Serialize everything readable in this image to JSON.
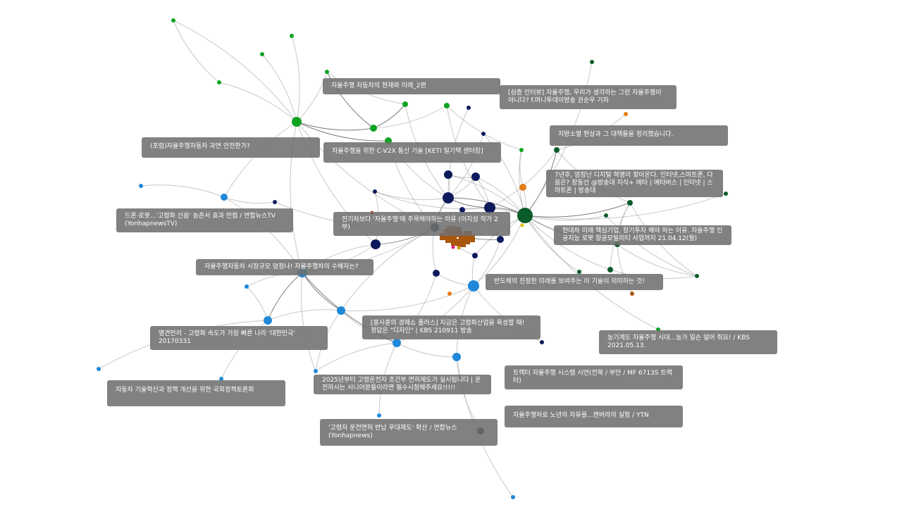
{
  "colors": {
    "green": "#0ea321",
    "dark_green": "#0b5c2b",
    "blue": "#1f88d9",
    "navy": "#0c1a5c",
    "orange": "#e57d16",
    "brown": "#a9570f",
    "label_bg": "#707070",
    "edge": "#9a9a9a"
  },
  "labels": [
    {
      "id": "l1",
      "text": "자율주행 자동차의 현재와 미래_2편"
    },
    {
      "id": "l2",
      "text": "[심층 인터뷰] 자율주행, 우리가 생각하는 그런 자율주행이 아니다? f.머니투데이방송 권순우 기자"
    },
    {
      "id": "l3",
      "text": "지방소멸 현상과 그 대책들을 정리했습니다."
    },
    {
      "id": "l4",
      "text": "(포럼)자율주행자동차 과연 안전한가?"
    },
    {
      "id": "l5",
      "text": "자율주행을 위한 C-V2X 통신 기술 [KETI 밀기택 센터장]"
    },
    {
      "id": "l6",
      "text": "7년후, 엄청난 디지털 혁명이 찾아온다. 인터넷,스마트폰, 다음은? 장동선 @방송대 지식+ 메타 | 메타버스 | 인터넷 | 스마트폰 | 방송대"
    },
    {
      "id": "l7",
      "text": "드론·로봇...'고령화 신음' 농촌서 효과 만점 / 연합뉴스TV (YonhapnewsTV)"
    },
    {
      "id": "l8",
      "text": "전기차보다 '자율주행'에 주목해야하는 이유 (이지성 작가 2부)"
    },
    {
      "id": "l9",
      "text": "현대차 미래 핵심기업, 장기투자 해야 하는 이유. 자율주행 인공지능 로봇 항공모빌리티 사업까지 21.04.12(월)"
    },
    {
      "id": "l10",
      "text": "자율주행자동차 시장규모 엄청나! 자율주행차의 수혜자는?"
    },
    {
      "id": "l11",
      "text": "반도체의 진정한 미래를 보여주는 이 기술이 의미하는 것!"
    },
    {
      "id": "l12",
      "text": "[홍사훈의 경제쇼 플러스] 지금은 고령화산업을 육성할 때! 정답은 \"디자인\" | KBS 210911 방송"
    },
    {
      "id": "l13",
      "text": "명견만리 - 고령화 속도가 가장 빠른 나라 '대한민국' 20170331"
    },
    {
      "id": "l14",
      "text": "농기계도 자율주행 시대...농가 일손 덜어 줘요! / KBS 2021.05.13."
    },
    {
      "id": "l15",
      "text": "트랙터 자율주행 시스템 시연(전북 / 부안 / MF 6713S 트랙터)"
    },
    {
      "id": "l16",
      "text": "자동차 기술혁신과 정책 개선을 위한 국회정책토론회"
    },
    {
      "id": "l17",
      "text": "2025년부터 고령운전자 조건부 면허제도가 실시됩니다 | 운전하시는 시니어분들이라면 필수시청해주세요!!!!!"
    },
    {
      "id": "l18",
      "text": "자율주행차로 노년의 자유를...캔버라의 실험 / YTN"
    },
    {
      "id": "l19",
      "text": "'고령자 운전면허 반납 우대제도' 확산 / 연합뉴스 (Yonhapnews)"
    }
  ],
  "nodes": [
    {
      "id": "g1",
      "color": "green",
      "size": 7
    },
    {
      "id": "g2",
      "color": "green",
      "size": 3
    },
    {
      "id": "g3",
      "color": "green",
      "size": 3
    },
    {
      "id": "g4",
      "color": "green",
      "size": 3
    },
    {
      "id": "g5",
      "color": "green",
      "size": 3
    },
    {
      "id": "g6",
      "color": "green",
      "size": 3
    },
    {
      "id": "g7",
      "color": "green",
      "size": 5
    },
    {
      "id": "g8",
      "color": "green",
      "size": 5
    },
    {
      "id": "g9",
      "color": "green",
      "size": 4
    },
    {
      "id": "g10",
      "color": "green",
      "size": 4
    },
    {
      "id": "g11",
      "color": "green",
      "size": 3
    },
    {
      "id": "g12",
      "color": "green",
      "size": 3
    },
    {
      "id": "dg1",
      "color": "dark_green",
      "size": 11
    },
    {
      "id": "dg2",
      "color": "dark_green",
      "size": 4
    },
    {
      "id": "dg3",
      "color": "dark_green",
      "size": 4
    },
    {
      "id": "dg4",
      "color": "dark_green",
      "size": 4
    },
    {
      "id": "dg5",
      "color": "dark_green",
      "size": 4
    },
    {
      "id": "dg6",
      "color": "dark_green",
      "size": 3
    },
    {
      "id": "dg7",
      "color": "dark_green",
      "size": 3
    },
    {
      "id": "dg8",
      "color": "dark_green",
      "size": 3
    },
    {
      "id": "dg9",
      "color": "dark_green",
      "size": 3
    },
    {
      "id": "dg10",
      "color": "dark_green",
      "size": 3
    },
    {
      "id": "b1",
      "color": "blue",
      "size": 8
    },
    {
      "id": "b2",
      "color": "blue",
      "size": 6
    },
    {
      "id": "b3",
      "color": "blue",
      "size": 6
    },
    {
      "id": "b4",
      "color": "blue",
      "size": 6
    },
    {
      "id": "b5",
      "color": "blue",
      "size": 5
    },
    {
      "id": "b6",
      "color": "blue",
      "size": 3
    },
    {
      "id": "b7",
      "color": "blue",
      "size": 3
    },
    {
      "id": "b8",
      "color": "blue",
      "size": 3
    },
    {
      "id": "b9",
      "color": "blue",
      "size": 3
    },
    {
      "id": "b10",
      "color": "blue",
      "size": 3
    },
    {
      "id": "b11",
      "color": "blue",
      "size": 3
    },
    {
      "id": "b12",
      "color": "blue",
      "size": 3
    },
    {
      "id": "b13",
      "color": "blue",
      "size": 6
    },
    {
      "id": "b14",
      "color": "blue",
      "size": 7
    },
    {
      "id": "n1",
      "color": "navy",
      "size": 8
    },
    {
      "id": "n2",
      "color": "navy",
      "size": 8
    },
    {
      "id": "n3",
      "color": "navy",
      "size": 7
    },
    {
      "id": "n4",
      "color": "navy",
      "size": 6
    },
    {
      "id": "n5",
      "color": "navy",
      "size": 6
    },
    {
      "id": "n6",
      "color": "navy",
      "size": 6
    },
    {
      "id": "n7",
      "color": "navy",
      "size": 5
    },
    {
      "id": "n8",
      "color": "navy",
      "size": 5
    },
    {
      "id": "n9",
      "color": "navy",
      "size": 4
    },
    {
      "id": "n10",
      "color": "navy",
      "size": 4
    },
    {
      "id": "n11",
      "color": "navy",
      "size": 3
    },
    {
      "id": "n12",
      "color": "navy",
      "size": 3
    },
    {
      "id": "n13",
      "color": "navy",
      "size": 3
    },
    {
      "id": "n14",
      "color": "navy",
      "size": 3
    },
    {
      "id": "n15",
      "color": "navy",
      "size": 3
    },
    {
      "id": "n16",
      "color": "navy",
      "size": 5
    },
    {
      "id": "o1",
      "color": "orange",
      "size": 5
    },
    {
      "id": "o2",
      "color": "orange",
      "size": 3
    },
    {
      "id": "o3",
      "color": "orange",
      "size": 3
    },
    {
      "id": "o4",
      "color": "brown",
      "size": 3
    }
  ]
}
